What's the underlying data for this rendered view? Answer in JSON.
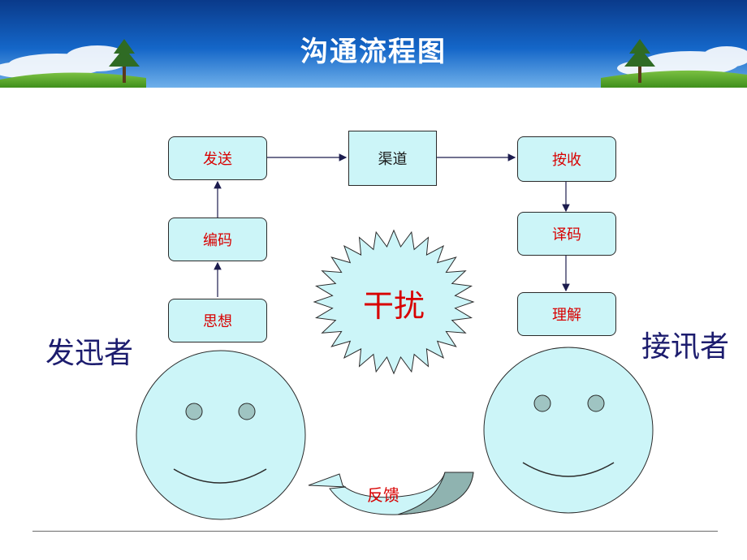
{
  "title": "沟通流程图",
  "sender": {
    "label": "发迅者",
    "steps": {
      "send": "发送",
      "encode": "编码",
      "think": "思想"
    }
  },
  "channel": "渠道",
  "receiver": {
    "label": "接讯者",
    "steps": {
      "receive": "按收",
      "decode": "译码",
      "understand": "理解"
    }
  },
  "interference": "干扰",
  "feedback": "反馈",
  "colors": {
    "box_fill": "#ccf5f8",
    "box_text": "#d80000",
    "actor_text": "#1c1c6e",
    "banner_blue": "#0a3f93",
    "face_fill": "#ccf5f8"
  }
}
